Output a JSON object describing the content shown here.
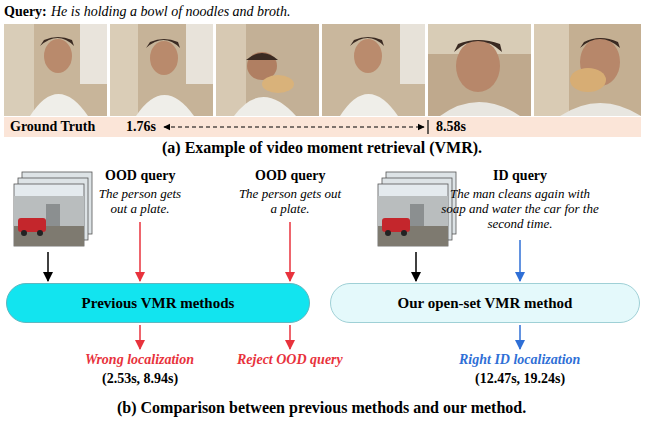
{
  "diagram": {
    "nodes": [
      {
        "text": [
          "Ground Truth",
          "1.76s",
          "8.58s"
        ]
      },
      {
        "text": [
          "Previous VMR methods"
        ]
      },
      {
        "text": [
          "Our open-set VMR method"
        ]
      }
    ],
    "labels": [
      "Query:",
      "He is holding a bowl of noodles and broth.",
      "(a) Example of video moment retrieval (VMR).",
      "OOD query",
      "The person gets out a plate.",
      "OOD query",
      "The person gets out a plate.",
      "ID query",
      "The man cleans again with soap and water the car for the second time.",
      "Wrong localization",
      "(2.53s, 8.94s)",
      "Reject OOD query",
      "Right ID localization",
      "(12.47s, 19.24s)",
      "(b) Comparison between previous methods and our method."
    ]
  }
}
